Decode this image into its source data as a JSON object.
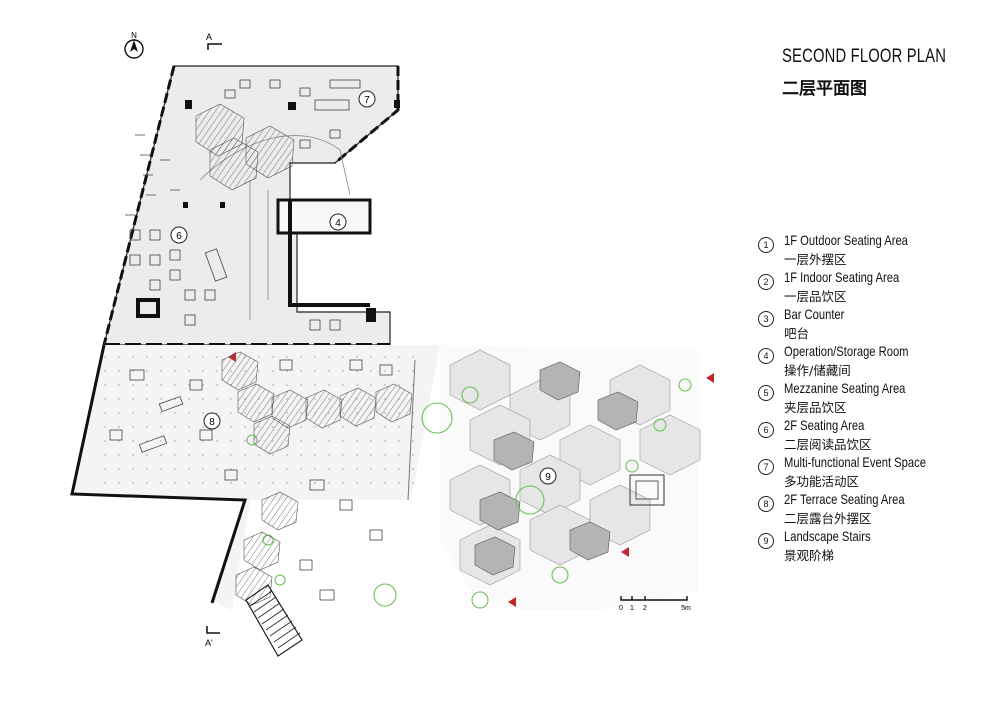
{
  "title": {
    "en": "SECOND FLOOR PLAN",
    "cn": "二层平面图"
  },
  "north": "N",
  "section_marks": {
    "top": "A",
    "bottom": "A'"
  },
  "scale_bar": [
    "0",
    "1",
    "2",
    "5m"
  ],
  "plan_labels": [
    "4",
    "6",
    "7",
    "8",
    "9"
  ],
  "legend": [
    {
      "num": "1",
      "en": "1F Outdoor Seating Area",
      "cn": "一层外摆区"
    },
    {
      "num": "2",
      "en": "1F Indoor Seating Area",
      "cn": "一层品饮区"
    },
    {
      "num": "3",
      "en": "Bar Counter",
      "cn": "吧台"
    },
    {
      "num": "4",
      "en": "Operation/Storage Room",
      "cn": "操作/储藏间"
    },
    {
      "num": "5",
      "en": "Mezzanine Seating Area",
      "cn": "夹层品饮区"
    },
    {
      "num": "6",
      "en": "2F Seating Area",
      "cn": "二层阅读品饮区"
    },
    {
      "num": "7",
      "en": "Multi-functional Event Space",
      "cn": "多功能活动区"
    },
    {
      "num": "8",
      "en": "2F Terrace Seating Area",
      "cn": "二层露台外摆区"
    },
    {
      "num": "9",
      "en": "Landscape Stairs",
      "cn": "景观阶梯"
    }
  ],
  "colors": {
    "wall": "#111111",
    "floor": "#ececec",
    "terrace": "#f4f4f4",
    "hex": "#cfcfcf",
    "hex_dark": "#a9a9a9",
    "tree": "#6cbf5a",
    "marker": "#c0282d"
  }
}
